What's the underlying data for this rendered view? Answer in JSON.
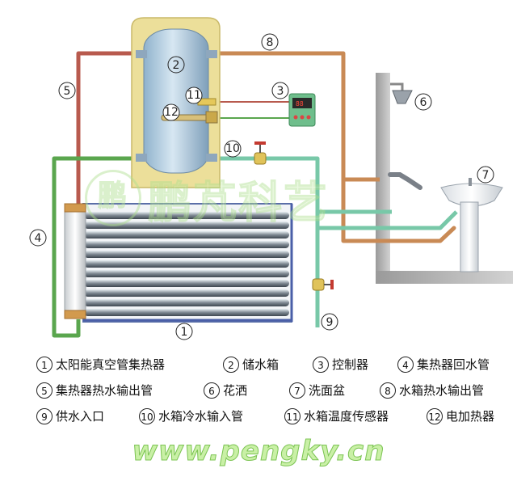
{
  "callouts": [
    "1",
    "2",
    "3",
    "4",
    "5",
    "6",
    "7",
    "8",
    "9",
    "10",
    "11",
    "12"
  ],
  "watermark": {
    "logo_text": "鹏",
    "text": "鹏芃科艺"
  },
  "legend": [
    {
      "num": "1",
      "label": "太阳能真空管集热器"
    },
    {
      "num": "2",
      "label": "储水箱"
    },
    {
      "num": "3",
      "label": "控制器"
    },
    {
      "num": "4",
      "label": "集热器回水管"
    },
    {
      "num": "5",
      "label": "集热器热水输出管"
    },
    {
      "num": "6",
      "label": "花洒"
    },
    {
      "num": "7",
      "label": "洗面盆"
    },
    {
      "num": "8",
      "label": "水箱热水输出管"
    },
    {
      "num": "9",
      "label": "供水入口"
    },
    {
      "num": "10",
      "label": "水箱冷水输入管"
    },
    {
      "num": "11",
      "label": "水箱温度传感器"
    },
    {
      "num": "12",
      "label": "电加热器"
    }
  ],
  "website": "www.pengky.cn",
  "colors": {
    "hot_pipe": "#b85a4e",
    "hot_output_pipe": "#c98a55",
    "cold_pipe": "#78c8a8",
    "return_pipe": "#5aa64e",
    "insulation": "#ecdf9a",
    "tank": "#a9c6dc",
    "controller": "#6fbe8c"
  }
}
